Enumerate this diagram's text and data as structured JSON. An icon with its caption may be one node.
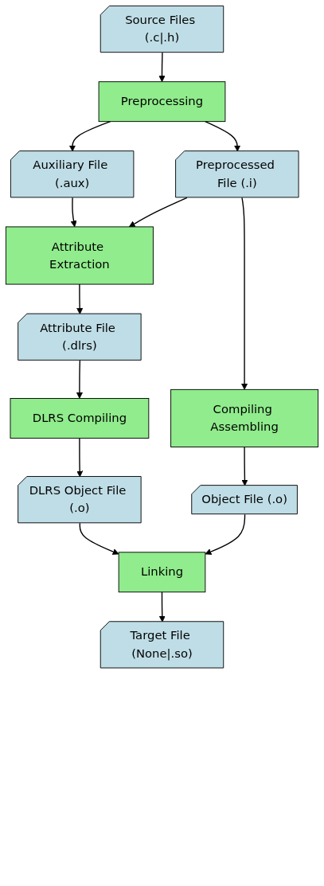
{
  "diagram": {
    "nodes": [
      {
        "text": [
          "Source Files (.c|.h)"
        ]
      },
      {
        "text": [
          "Preprocessing"
        ]
      },
      {
        "text": [
          "Auxiliary File (.aux)"
        ]
      },
      {
        "text": [
          "Preprocessed File (.i)"
        ]
      },
      {
        "text": [
          "Attribute Extraction"
        ]
      },
      {
        "text": [
          "Compiling Assembling"
        ]
      },
      {
        "text": [
          "Attribute File (.dlrs)"
        ]
      },
      {
        "text": [
          "Object File (.o)"
        ]
      },
      {
        "text": [
          "DLRS Compiling"
        ]
      },
      {
        "text": [
          "DLRS Object File (.o)"
        ]
      },
      {
        "text": [
          "Linking"
        ]
      },
      {
        "text": [
          "Target File (None|.so)"
        ]
      }
    ],
    "edges": [
      {
        "from": 0,
        "to": 1,
        "arrow": "to"
      },
      {
        "from": 1,
        "to": 2,
        "arrow": "to"
      },
      {
        "from": 1,
        "to": 3,
        "arrow": "to"
      },
      {
        "from": 2,
        "to": 4,
        "arrow": "to"
      },
      {
        "from": 3,
        "to": 4,
        "arrow": "to"
      },
      {
        "from": 3,
        "to": 5,
        "arrow": "to"
      },
      {
        "from": 4,
        "to": 6,
        "arrow": "to"
      },
      {
        "from": 5,
        "to": 7,
        "arrow": "to"
      },
      {
        "from": 6,
        "to": 8,
        "arrow": "to"
      },
      {
        "from": 7,
        "to": 10,
        "arrow": "to"
      },
      {
        "from": 8,
        "to": 9,
        "arrow": "to"
      },
      {
        "from": 9,
        "to": 10,
        "arrow": "to"
      },
      {
        "from": 10,
        "to": 11,
        "arrow": "to"
      }
    ]
  }
}
